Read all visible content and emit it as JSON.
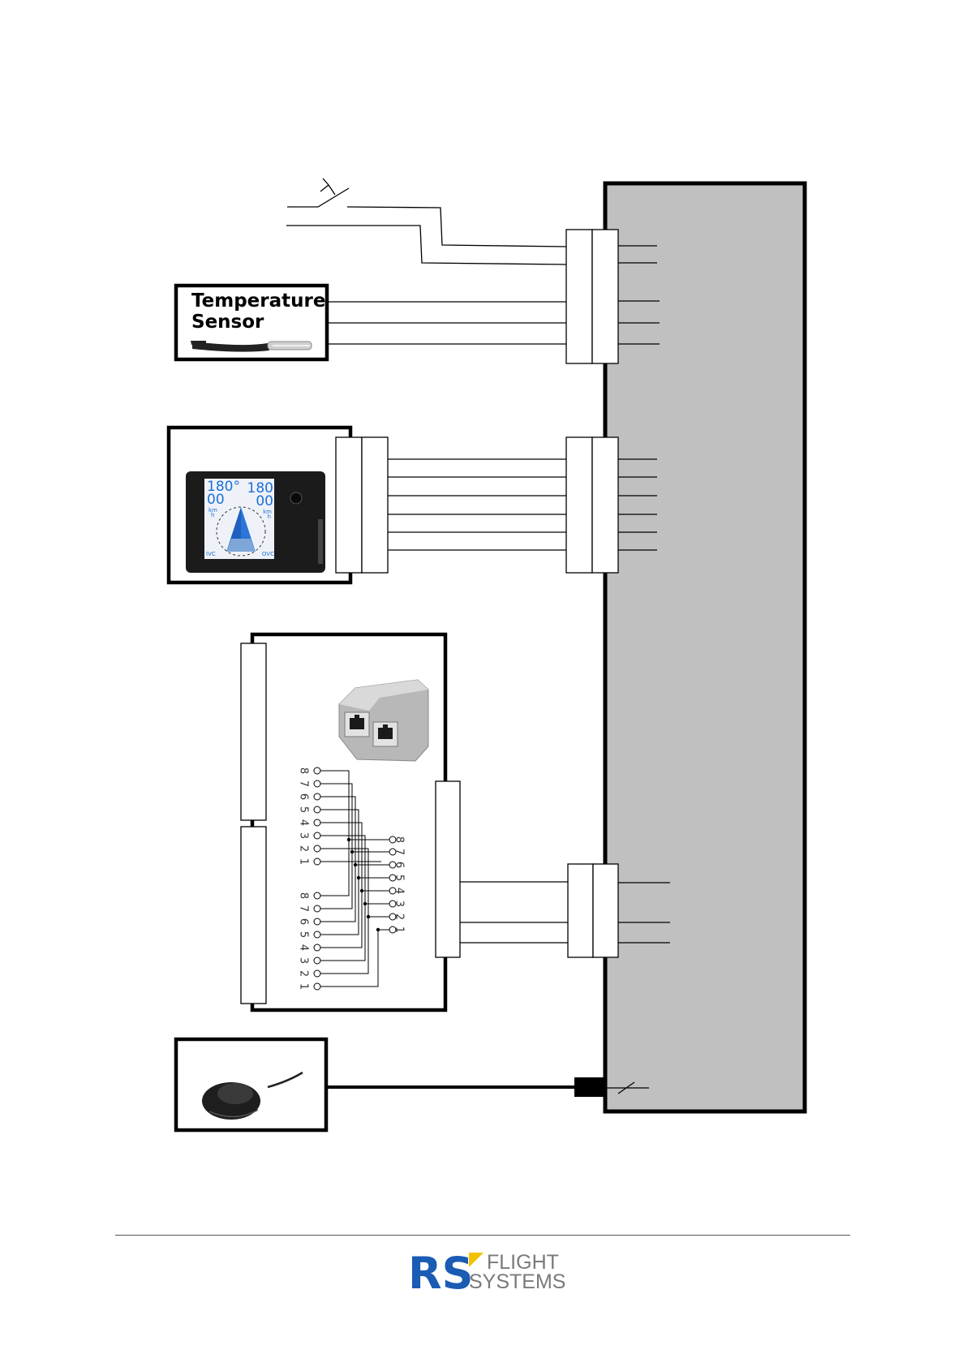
{
  "sensor": {
    "title_line1": "Temperature",
    "title_line2": "Sensor"
  },
  "display": {
    "left_value_top": "180°",
    "left_value_bottom": "00",
    "right_value_top": "180",
    "right_value_bottom": "00",
    "unit_km": "km",
    "unit_h": "h",
    "corner_left": "IVC",
    "corner_right": "OVC"
  },
  "splitter": {
    "pins_left_upper": [
      "8",
      "7",
      "6",
      "5",
      "4",
      "3",
      "2",
      "1"
    ],
    "pins_left_lower": [
      "8",
      "7",
      "6",
      "5",
      "4",
      "3",
      "2",
      "1"
    ],
    "pins_right": [
      "8",
      "7",
      "6",
      "5",
      "4",
      "3",
      "2",
      "1"
    ]
  },
  "footer": {
    "logo_rs": "RS",
    "logo_line1": "FLIGHT",
    "logo_line2": "SYSTEMS"
  },
  "colors": {
    "main_unit_fill": "#c0c0c0",
    "logo_blue": "#1a5cb4",
    "logo_yellow": "#f2c200",
    "logo_grey": "#7a7a7a"
  }
}
